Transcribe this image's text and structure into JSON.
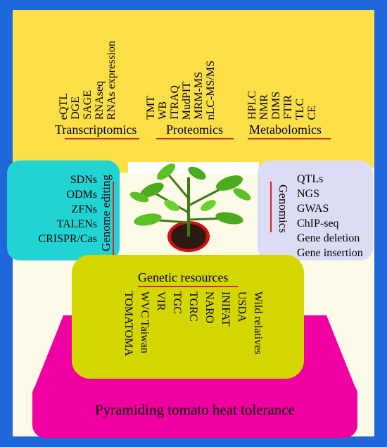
{
  "omics": {
    "transcriptomics": {
      "title": "Transcriptomics",
      "items": [
        "eQTL",
        "DGE",
        "SAGE",
        "RNAseq",
        "RNAs expression"
      ]
    },
    "proteomics": {
      "title": "Proteomics",
      "items": [
        "TMT",
        "WB",
        "ITRAQ",
        "MudPIT",
        "MRM-MS",
        "nLC-MS/MS"
      ]
    },
    "metabolomics": {
      "title": "Metabolomics",
      "items": [
        "HPLC",
        "NMR",
        "DIMS",
        "FTIR",
        "TLC",
        "CE"
      ]
    }
  },
  "genome_editing": {
    "title": "Genome editing",
    "items": [
      "SDNs",
      "ODMs",
      "ZFNs",
      "TALENs",
      "CRISPR/Cas"
    ]
  },
  "genomics": {
    "title": "Genomics",
    "items": [
      "QTLs",
      "NGS",
      "GWAS",
      "ChIP-seq",
      "Gene deletion",
      "Gene insertion"
    ]
  },
  "genetic_resources": {
    "title": "Genetic resources",
    "items": [
      "TOMATOMA",
      "WVC Taiwan",
      "VIR",
      "TGC",
      "TGRC",
      "NARO",
      "INIFAT",
      "USDA",
      "Wild relatives"
    ]
  },
  "base": {
    "title": "Pyramiding tomato heat tolerance"
  },
  "colors": {
    "frame": "#1f68d9",
    "omics_band": "#fde047",
    "genome_editing": "#22d3d3",
    "genomics": "#dcdcf4",
    "genetic_resources": "#d4d600",
    "base": "#f000a0",
    "underline": "#e11d1d"
  }
}
